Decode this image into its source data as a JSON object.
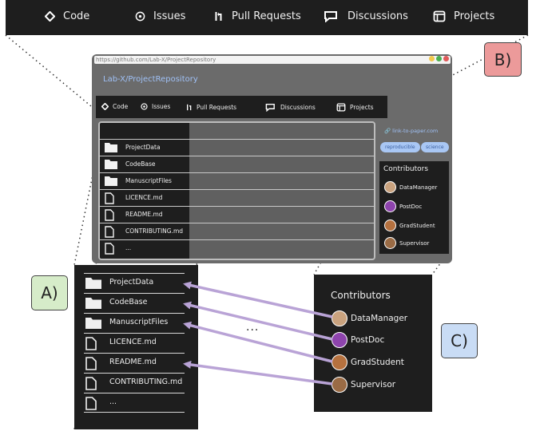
{
  "nav": {
    "code": "Code",
    "issues": "Issues",
    "pull_requests": "Pull Requests",
    "discussions": "Discussions",
    "projects": "Projects"
  },
  "browser": {
    "url": "https://github.com/Lab-X/ProjectRepository",
    "repo_title": "Lab-X/ProjectRepository",
    "link": "link-to-paper.com",
    "tags": [
      "reproducible",
      "science"
    ],
    "window_dot_colors": [
      "#f2c94c",
      "#4caf50",
      "#e05a5a"
    ]
  },
  "files": [
    {
      "name": "ProjectData",
      "type": "folder"
    },
    {
      "name": "CodeBase",
      "type": "folder"
    },
    {
      "name": "ManuscriptFiles",
      "type": "folder"
    },
    {
      "name": "LICENCE.md",
      "type": "file"
    },
    {
      "name": "README.md",
      "type": "file"
    },
    {
      "name": "CONTRIBUTING.md",
      "type": "file"
    },
    {
      "name": "...",
      "type": "file"
    }
  ],
  "contributors": {
    "title": "Contributors",
    "people": [
      {
        "name": "DataManager",
        "color": "#c9a27e"
      },
      {
        "name": "PostDoc",
        "color": "#8e44ad"
      },
      {
        "name": "GradStudent",
        "color": "#b5713f"
      },
      {
        "name": "Supervisor",
        "color": "#9a6b45"
      }
    ]
  },
  "labels": {
    "a": "A)",
    "b": "B)",
    "c": "C)",
    "ellipsis": "..."
  },
  "colors": {
    "dark_panel": "#1e1e1e",
    "arrow": "#b9a3d6",
    "label_a_bg": "#d6ecc9",
    "label_b_bg": "#ec9a9a",
    "label_c_bg": "#c9dcf5",
    "link": "#9fc0f5"
  }
}
